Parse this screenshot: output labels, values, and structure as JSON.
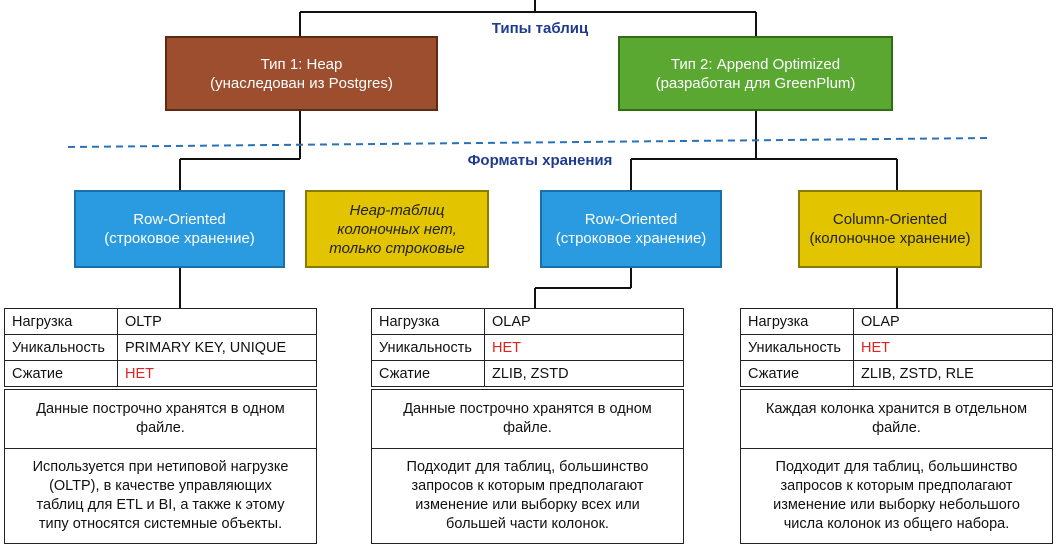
{
  "titles": {
    "table_types": "Типы таблиц",
    "storage_formats": "Форматы хранения"
  },
  "types": {
    "heap": {
      "line1": "Тип 1: Heap",
      "line2": "(унаследован из Postgres)"
    },
    "ao": {
      "line1": "Тип 2: Append Optimized",
      "line2": "(разработан для GreenPlum)"
    }
  },
  "formats": {
    "heap_row": {
      "line1": "Row-Oriented",
      "line2": "(строковое хранение)"
    },
    "heap_note": {
      "line1": "Heap-таблиц",
      "line2": "колоночных нет,",
      "line3": "только строковые"
    },
    "ao_row": {
      "line1": "Row-Oriented",
      "line2": "(строковое хранение)"
    },
    "ao_col": {
      "line1": "Column-Oriented",
      "line2": "(колоночное хранение)"
    }
  },
  "tables": [
    {
      "rows": [
        {
          "key": "Нагрузка",
          "value": "OLTP"
        },
        {
          "key": "Уникальность",
          "value": "PRIMARY KEY, UNIQUE"
        },
        {
          "key": "Сжатие",
          "value": "НЕТ"
        }
      ],
      "storage": [
        "Данные построчно хранятся в одном",
        "файле."
      ],
      "usage": [
        "Используется при нетиповой нагрузке",
        "(OLTP), в качестве управляющих",
        "таблиц для ETL и BI, а также к этому",
        "типу относятся системные объекты."
      ]
    },
    {
      "rows": [
        {
          "key": "Нагрузка",
          "value": "OLAP"
        },
        {
          "key": "Уникальность",
          "value": "НЕТ"
        },
        {
          "key": "Сжатие",
          "value": "ZLIB, ZSTD"
        }
      ],
      "storage": [
        "Данные построчно хранятся в одном",
        "файле."
      ],
      "usage": [
        "Подходит для таблиц, большинство",
        "запросов к которым предполагают",
        "изменение или выборку всех или",
        "большей части колонок."
      ]
    },
    {
      "rows": [
        {
          "key": "Нагрузка",
          "value": "OLAP"
        },
        {
          "key": "Уникальность",
          "value": "НЕТ"
        },
        {
          "key": "Сжатие",
          "value": "ZLIB, ZSTD, RLE"
        }
      ],
      "storage": [
        "Каждая колонка хранится в отдельном",
        "файле."
      ],
      "usage": [
        "Подходит для таблиц, большинство",
        "запросов к которым предполагают",
        "изменение или выборку небольшого",
        "числа колонок из общего набора."
      ]
    }
  ],
  "colors": {
    "title_blue": "#1f3b8f",
    "no_red": "#e0231f",
    "heap": "#9c4e2e",
    "ao": "#5aa832",
    "row": "#2a9be0",
    "note": "#e3c400"
  }
}
